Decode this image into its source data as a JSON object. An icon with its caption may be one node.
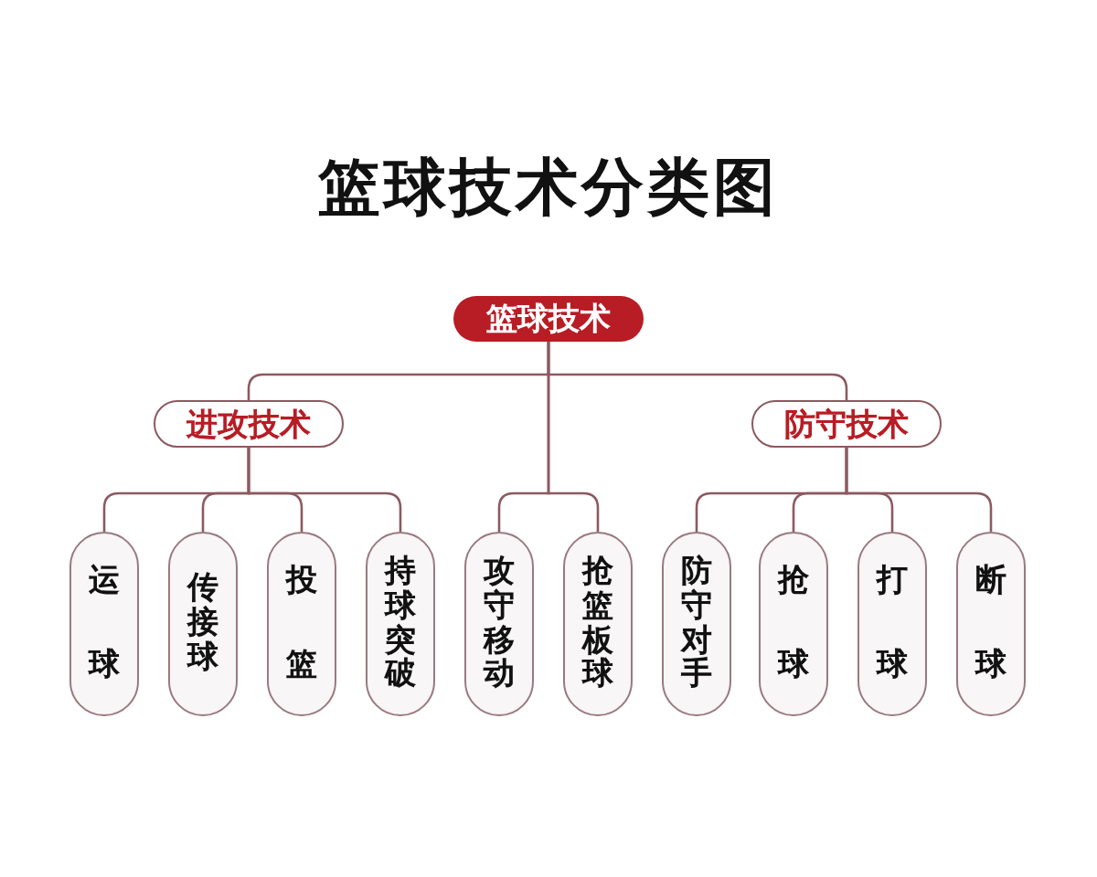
{
  "diagram": {
    "title": "篮球技术分类图",
    "nodes": [
      {
        "text": [
          "篮球技术"
        ]
      },
      {
        "text": [
          "进攻技术"
        ]
      },
      {
        "text": [
          "防守技术"
        ]
      },
      {
        "text": [
          "运球"
        ]
      },
      {
        "text": [
          "传接球"
        ]
      },
      {
        "text": [
          "投篮"
        ]
      },
      {
        "text": [
          "持球突破"
        ]
      },
      {
        "text": [
          "攻守移动"
        ]
      },
      {
        "text": [
          "抢篮板球"
        ]
      },
      {
        "text": [
          "防守对手"
        ]
      },
      {
        "text": [
          "抢球"
        ]
      },
      {
        "text": [
          "打球"
        ]
      },
      {
        "text": [
          "断球"
        ]
      }
    ],
    "edges": [
      {
        "from": 0,
        "to": 1,
        "arrow": "none"
      },
      {
        "from": 0,
        "to": 2,
        "arrow": "none"
      },
      {
        "from": 0,
        "to": 7,
        "arrow": "none"
      },
      {
        "from": 0,
        "to": 8,
        "arrow": "none"
      },
      {
        "from": 1,
        "to": 3,
        "arrow": "none"
      },
      {
        "from": 1,
        "to": 4,
        "arrow": "none"
      },
      {
        "from": 1,
        "to": 5,
        "arrow": "none"
      },
      {
        "from": 1,
        "to": 6,
        "arrow": "none"
      },
      {
        "from": 2,
        "to": 9,
        "arrow": "none"
      },
      {
        "from": 2,
        "to": 10,
        "arrow": "none"
      },
      {
        "from": 2,
        "to": 11,
        "arrow": "none"
      },
      {
        "from": 2,
        "to": 12,
        "arrow": "none"
      }
    ]
  }
}
